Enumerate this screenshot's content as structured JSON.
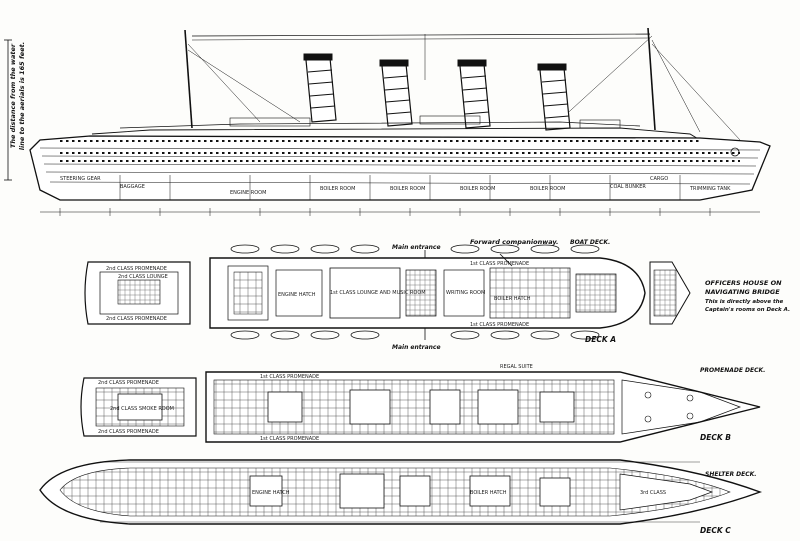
{
  "side_note": {
    "line1": "The distance from the water",
    "line2": "line to the aerials is 165 feet."
  },
  "labels": {
    "main_entrance_top": "Main entrance",
    "main_entrance_bottom": "Main entrance",
    "forward_companionway": "Forward companionway.",
    "boat_deck": "BOAT DECK.",
    "deck_a": "DECK A",
    "promenade_deck": "PROMENADE DECK.",
    "deck_b": "DECK B",
    "shelter_deck": "SHELTER DECK.",
    "deck_c": "DECK C"
  },
  "officers_note": {
    "line1": "OFFICERS HOUSE ON",
    "line2": "NAVIGATING BRIDGE",
    "line3": "This is directly above the",
    "line4": "Captain's rooms on Deck A."
  },
  "profile_labels": {
    "steering_gear": "STEERING GEAR",
    "baggage": "BAGGAGE",
    "engine_room": "ENGINE ROOM",
    "boiler_room_1": "BOILER ROOM",
    "boiler_room_2": "BOILER ROOM",
    "boiler_room_3": "BOILER ROOM",
    "boiler_room_4": "BOILER ROOM",
    "coal_bunker": "COAL BUNKER",
    "cargo": "CARGO",
    "trimming_tank": "TRIMMING TANK"
  },
  "deck_a_labels": {
    "second_class_promenade_top": "2nd CLASS PROMENADE",
    "second_class_lounge": "2nd CLASS LOUNGE",
    "second_class_promenade_bottom": "2nd CLASS PROMENADE",
    "engine_hatch": "ENGINE HATCH",
    "first_class_lounge": "1st CLASS LOUNGE AND MUSIC ROOM",
    "first_class_promenade_top": "1st CLASS PROMENADE",
    "first_class_promenade_bottom": "1st CLASS PROMENADE",
    "writing_room": "WRITING ROOM",
    "boiler_hatch": "BOILER HATCH"
  },
  "deck_b_labels": {
    "second_class_promenade_top": "2nd CLASS PROMENADE",
    "smoke_room": "2nd CLASS SMOKE ROOM",
    "second_class_promenade_bottom": "2nd CLASS PROMENADE",
    "first_class_promenade_top": "1st CLASS PROMENADE",
    "first_class_promenade_bottom": "1st CLASS PROMENADE",
    "regal_suite": "REGAL SUITE"
  },
  "deck_c_labels": {
    "engine_hatch": "ENGINE HATCH",
    "boiler_hatch": "BOILER HATCH",
    "third_class": "3rd CLASS"
  }
}
